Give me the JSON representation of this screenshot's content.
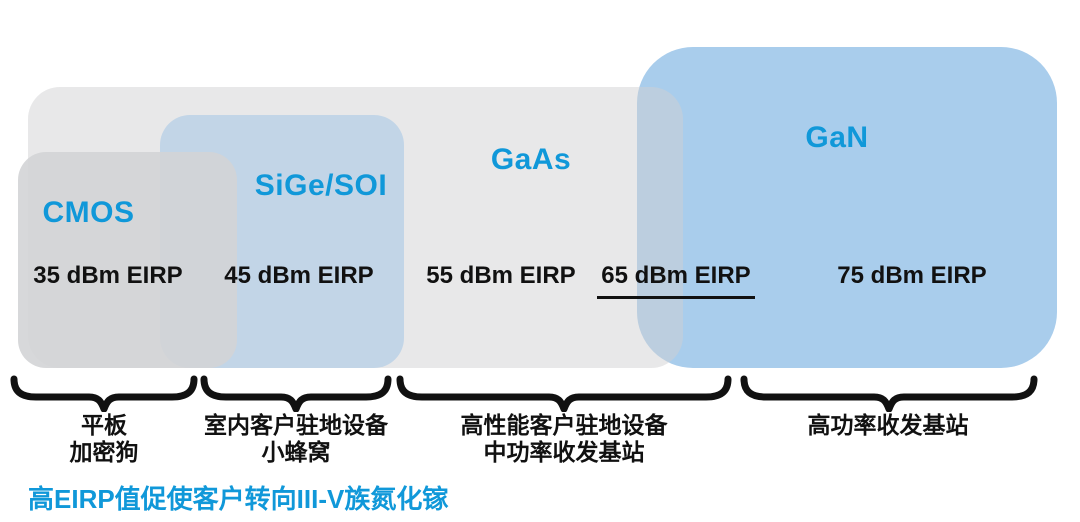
{
  "diagram": {
    "titles": {
      "cmos": "CMOS",
      "sige": "SiGe/SOI",
      "gaas": "GaAs",
      "gan": "GaN"
    },
    "eirp": {
      "e35": "35 dBm EIRP",
      "e45": "45 dBm EIRP",
      "e55": "55 dBm EIRP",
      "e65": "65 dBm EIRP",
      "e75": "75 dBm EIRP"
    },
    "eirp_values_dbm": [
      35,
      45,
      55,
      65,
      75
    ],
    "groups": [
      {
        "lines": [
          "平板",
          "加密狗"
        ]
      },
      {
        "lines": [
          "室内客户驻地设备",
          "小蜂窝"
        ]
      },
      {
        "lines": [
          "高性能客户驻地设备",
          "中功率收发基站"
        ]
      },
      {
        "lines": [
          "高功率收发基站"
        ]
      }
    ],
    "footnote": "高EIRP值促使客户转向III-V族氮化镓",
    "colors": {
      "accent": "#1098d9",
      "gan_fill": "#a9cdec",
      "sige_fill": "#c2d5e7",
      "cmos_fill": "#d5d6d8",
      "container_fill": "#e8e9e9",
      "label_text": "#111111"
    }
  }
}
